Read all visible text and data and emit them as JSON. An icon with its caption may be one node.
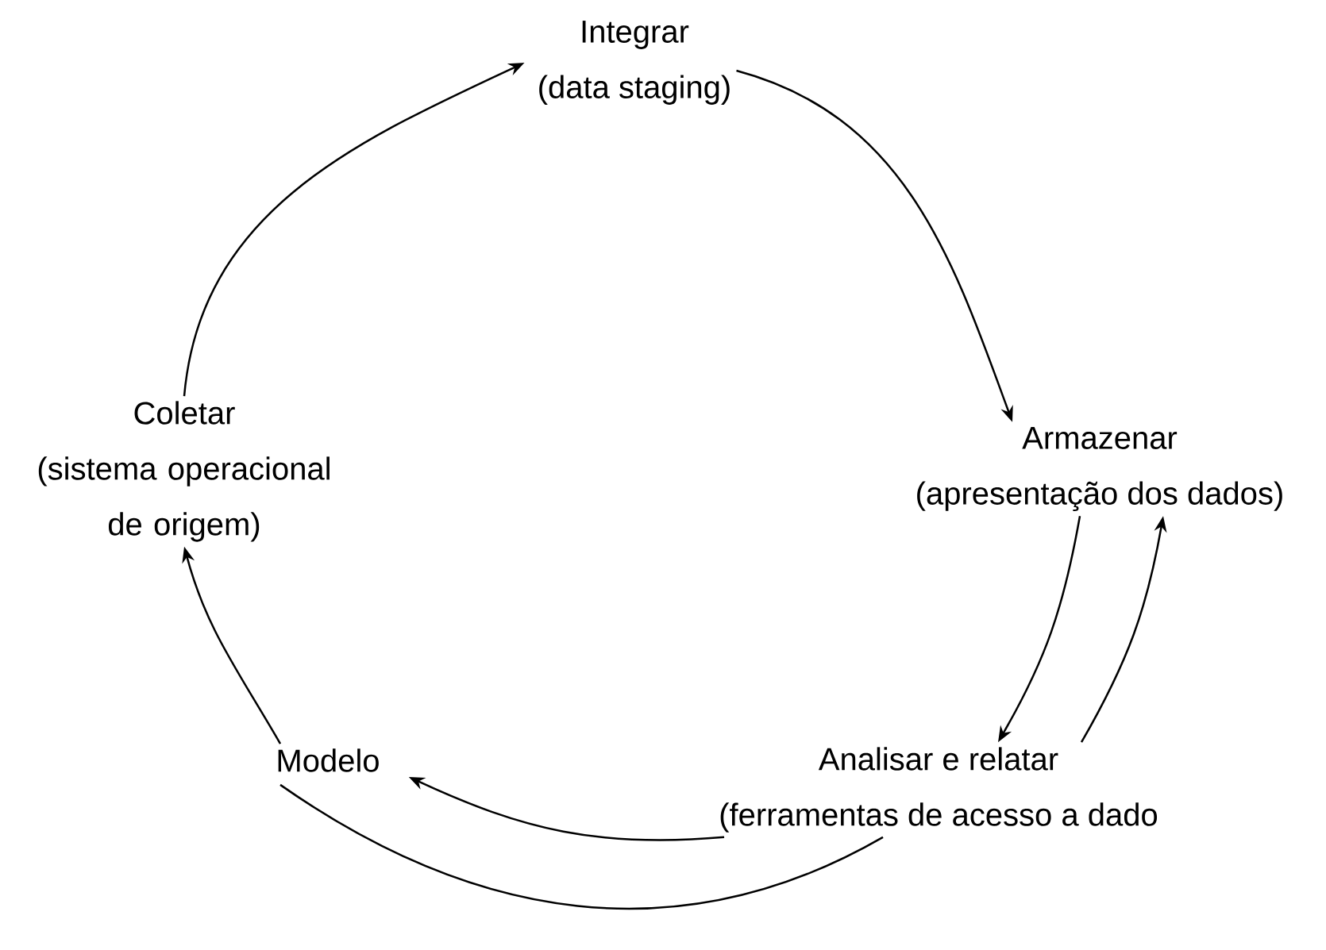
{
  "diagram": {
    "nodes": [
      {
        "text": [
          "Integrar",
          "(data staging)"
        ]
      },
      {
        "text": [
          "Armazenar",
          "(apresentação dos dados)"
        ]
      },
      {
        "text": [
          "Analisar e relatar",
          "(ferramentas de acesso a dado"
        ]
      },
      {
        "text": [
          "Modelo"
        ]
      },
      {
        "text": [
          "Coletar",
          "(sistema operacional de origem)"
        ]
      }
    ],
    "edges": [
      {
        "from": 4,
        "to": 0,
        "arrow": "to"
      },
      {
        "from": 0,
        "to": 1,
        "arrow": "to"
      },
      {
        "from": 1,
        "to": 2,
        "arrow": "to"
      },
      {
        "from": 2,
        "to": 1,
        "arrow": "to"
      },
      {
        "from": 2,
        "to": 3,
        "arrow": "to"
      },
      {
        "from": 3,
        "to": 2,
        "arrow": "none"
      },
      {
        "from": 3,
        "to": 4,
        "arrow": "to"
      }
    ]
  }
}
